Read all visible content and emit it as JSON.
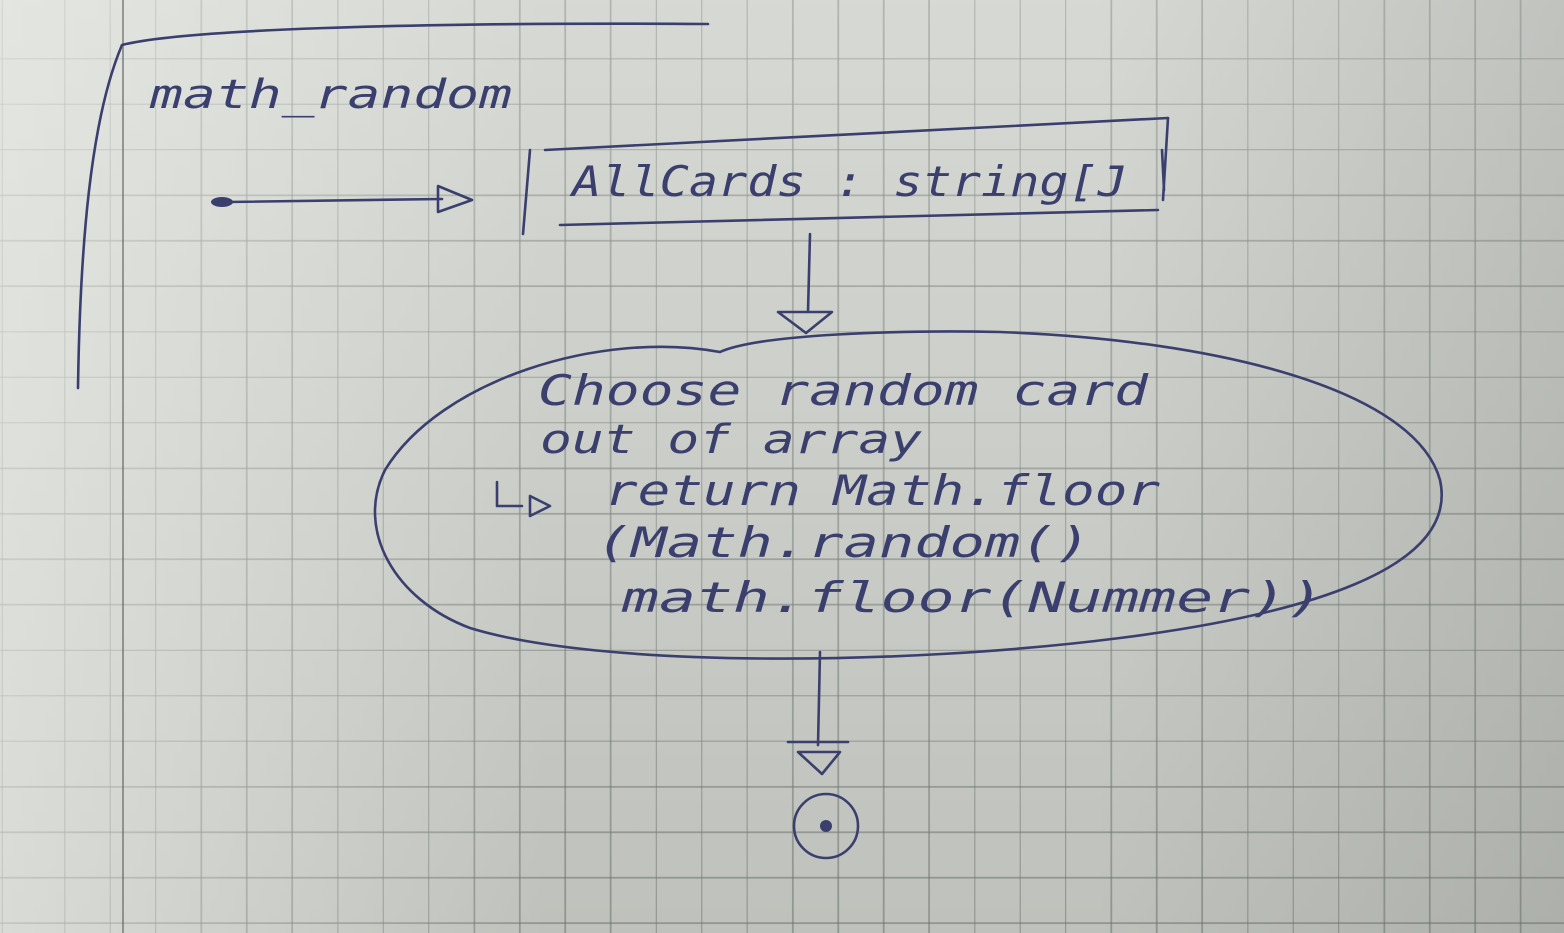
{
  "frame": {
    "label": "math_random"
  },
  "object_node": {
    "label": "AllCards : string[J"
  },
  "action_node": {
    "lines": [
      "Choose random card",
      "out of array",
      "return Math.floor",
      "(Math.random()",
      "math.floor(Nummer))"
    ]
  },
  "ink_color": "#3b3f6e"
}
